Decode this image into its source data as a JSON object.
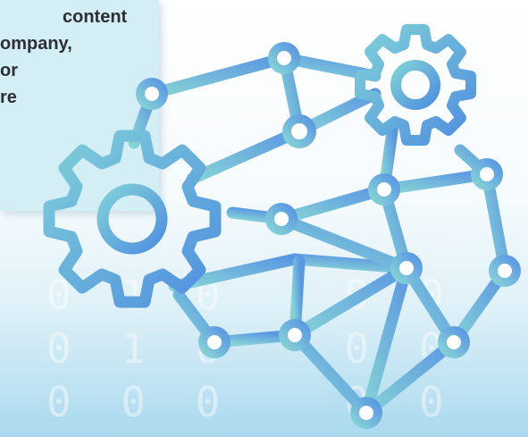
{
  "panel": {
    "lines": [
      "content",
      "ompany,",
      "or",
      "re"
    ]
  },
  "colors": {
    "stroke_start": "#76c9d8",
    "stroke_end": "#4f8fe0",
    "panel": "#d4eef5",
    "text": "#2b2f33"
  },
  "icons": [
    "gear-icon-large",
    "gear-icon-small",
    "network-graph"
  ],
  "background_digits": "0 1 0   0 0   0 0\n0 1 0   0 0   0 0 1\n0 0 0   0 0   0 0"
}
